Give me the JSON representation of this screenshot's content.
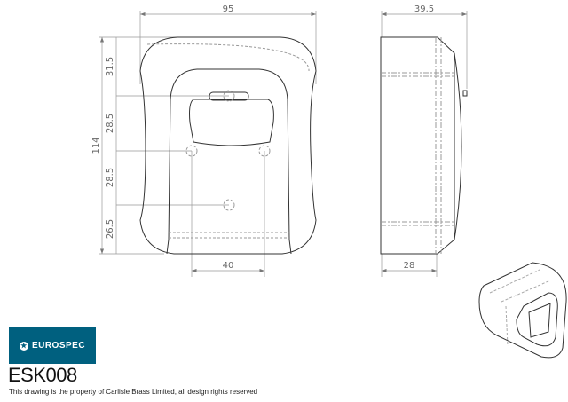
{
  "brand": {
    "name": "EUROSPEC",
    "color": "#00607f"
  },
  "product_code": "ESK008",
  "copyright": "This drawing is the property of Carlisle Brass Limited, all design rights reserved",
  "dimensions": {
    "width": "95",
    "height": "114",
    "seg1": "31.5",
    "seg2": "28.5",
    "seg3": "28.5",
    "seg4": "26.5",
    "hole_spacing": "40",
    "depth_total": "39.5",
    "depth_body": "28"
  }
}
